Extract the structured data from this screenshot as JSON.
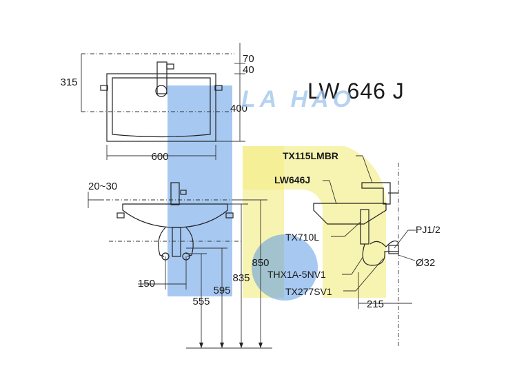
{
  "title": {
    "model": "LW 646 J"
  },
  "watermark": {
    "text": "LA HAO",
    "blue_color": "#5c9be6",
    "yellow_color": "#f3ee8e"
  },
  "top_view": {
    "dim_depth": "315",
    "dim_rear_70": "70",
    "dim_rear_40": "40",
    "dim_height_400": "400",
    "dim_width_600": "600"
  },
  "front_view": {
    "dim_rim": "20~30",
    "dim_150": "150",
    "dim_555": "555",
    "dim_595": "595",
    "dim_835": "835",
    "dim_850": "850"
  },
  "side_view": {
    "label_faucet": "TX115LMBR",
    "label_basin": "LW646J",
    "label_waste": "TX710L",
    "label_trap": "THX1A-5NV1",
    "label_valve": "TX277SV1",
    "label_pipe": "PJ1/2",
    "dim_diameter": "Ø32",
    "dim_215": "215"
  }
}
